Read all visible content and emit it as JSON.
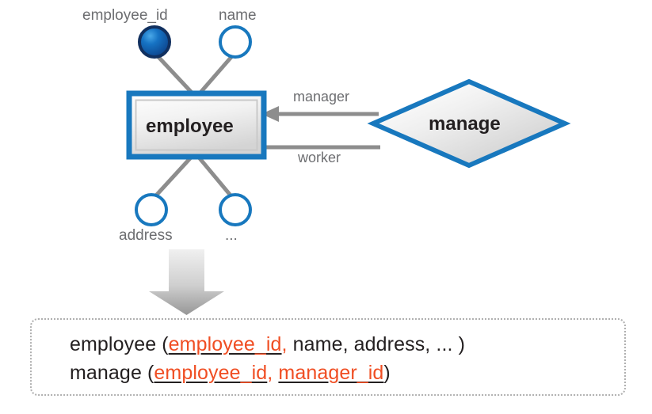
{
  "diagram": {
    "type": "er-diagram",
    "title_text": "",
    "entity": {
      "name": "employee",
      "shape": "rectangle",
      "border_color": "#1878be",
      "fill_from": "#ffffff",
      "fill_to": "#d9d9d9"
    },
    "relationship": {
      "name": "manage",
      "shape": "diamond",
      "border_color": "#1878be",
      "fill_from": "#ffffff",
      "fill_to": "#d5d5d5"
    },
    "attributes": [
      {
        "label": "employee_id",
        "kind": "key",
        "filled": true,
        "ring_color": "#1b3a6b",
        "fill_color": "#0a63b0"
      },
      {
        "label": "name",
        "kind": "simple",
        "filled": false,
        "ring_color": "#1878be",
        "fill_color": "#ffffff"
      },
      {
        "label": "address",
        "kind": "simple",
        "filled": false,
        "ring_color": "#1878be",
        "fill_color": "#ffffff"
      },
      {
        "label": "...",
        "kind": "simple",
        "filled": false,
        "ring_color": "#1878be",
        "fill_color": "#ffffff"
      }
    ],
    "roles": [
      {
        "label": "manager",
        "direction": "to-entity",
        "arrow": true
      },
      {
        "label": "worker",
        "direction": "from-entity",
        "arrow": false
      }
    ],
    "connector_color": "#8d8d8d",
    "big_arrow": {
      "direction": "down",
      "fill_from": "#ededed",
      "fill_to": "#9a9a9a"
    }
  },
  "schema": {
    "border_style": "dotted",
    "border_color": "#b0b0b0",
    "key_color": "#f04e23",
    "text_color": "#231f20",
    "lines": [
      {
        "id": "employee-relation",
        "tokens": [
          {
            "text": "employee (",
            "style": "plain"
          },
          {
            "text": "employee_id",
            "style": "key-underlined"
          },
          {
            "text": ",",
            "style": "key-plain"
          },
          {
            "text": " name, address, ... )",
            "style": "plain"
          }
        ]
      },
      {
        "id": "manage-relation",
        "tokens": [
          {
            "text": "manage (",
            "style": "plain"
          },
          {
            "text": "employee_id",
            "style": "key-underlined"
          },
          {
            "text": ",",
            "style": "key-plain"
          },
          {
            "text": " ",
            "style": "plain"
          },
          {
            "text": "manager_id",
            "style": "key-underlined"
          },
          {
            "text": ")",
            "style": "plain"
          }
        ]
      }
    ]
  }
}
